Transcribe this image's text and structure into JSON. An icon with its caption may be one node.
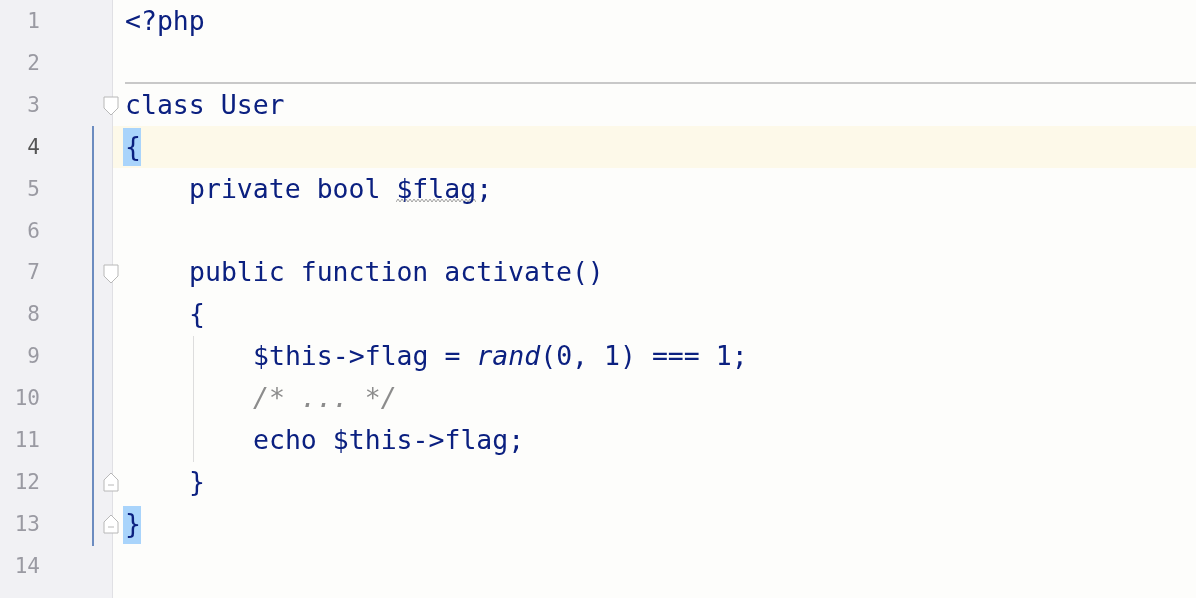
{
  "diagram": {
    "labels": [
      "1",
      "<?php",
      "2",
      "3",
      "class User",
      "4",
      "{",
      "5",
      "private bool $flag;",
      "6",
      "7",
      "public function activate()",
      "8",
      "{",
      "9",
      "$this->flag = *rand*(0, 1) === 1;",
      "10",
      "/* ... */",
      "11",
      "echo $this->flag;",
      "12",
      "}",
      "13",
      "}",
      "14"
    ]
  }
}
